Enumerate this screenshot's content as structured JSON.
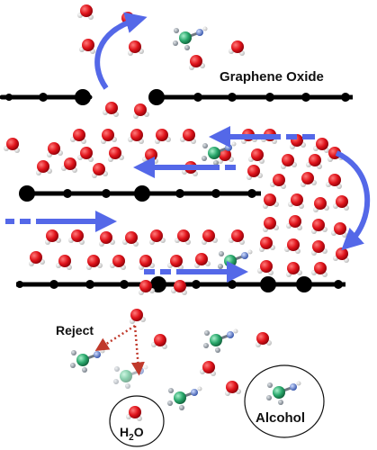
{
  "labels": {
    "graphene_oxide": "Graphene Oxide",
    "reject": "Reject",
    "alcohol": "Alcohol",
    "water_base": "H",
    "water_sub": "2",
    "water_tail": "O"
  },
  "colors": {
    "oxygen": "#e0141b",
    "hydrogen": "#e8e8e8",
    "carbon": "#2aa86c",
    "alkyl_hydrogen": "#9aa3ad",
    "sheet": "#000000",
    "flow_arrow": "#5468e8",
    "reject_arrow": "#c0392b"
  }
}
